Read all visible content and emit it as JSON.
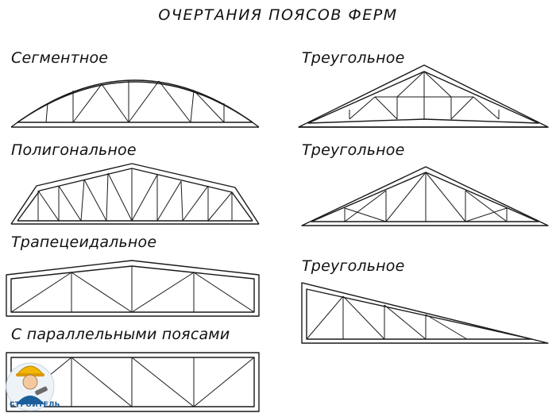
{
  "title": "ОЧЕРТАНИЯ ПОЯСОВ ФЕРМ",
  "labels": {
    "segment": "Сегментное",
    "polygonal": "Полигональное",
    "trapezoidal": "Трапецеидальное",
    "parallel": "С параллельными поясами",
    "triangular_1": "Треугольное",
    "triangular_2": "Треугольное",
    "triangular_3": "Треугольное"
  },
  "logo": {
    "text": "СТРОИТЕЛЬ",
    "colors": {
      "helmet": "#f2b705",
      "shirt": "#1b5e9c",
      "text": "#1b5e9c"
    }
  },
  "colors": {
    "line": "#1a1a1a",
    "background": "#ffffff"
  }
}
